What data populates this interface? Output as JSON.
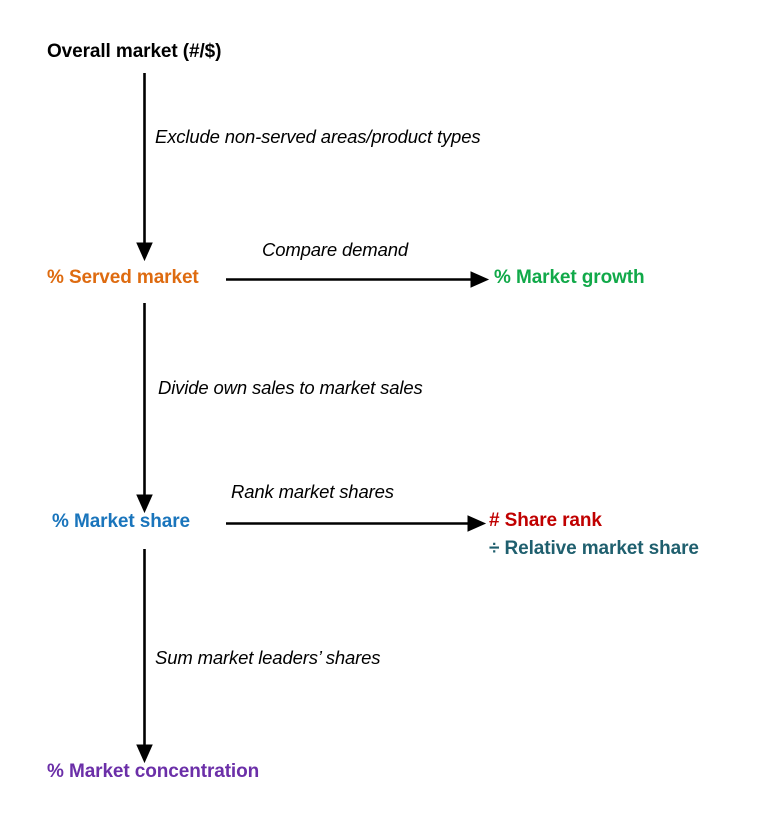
{
  "diagram": {
    "title": "Market metrics derivation flow",
    "background": "#ffffff",
    "colors": {
      "black": "#000000",
      "orange": "#DE6B10",
      "green": "#11A949",
      "blue": "#1A75BC",
      "dark_red": "#C00000",
      "teal": "#1F5F6E",
      "purple": "#6B2FA8"
    },
    "nodes": [
      {
        "id": "overall-market",
        "label": "Overall market  (#/$)",
        "color": "#000000"
      },
      {
        "id": "served-market",
        "label": "% Served market",
        "color": "#DE6B10"
      },
      {
        "id": "market-growth",
        "label": "% Market growth",
        "color": "#11A949"
      },
      {
        "id": "market-share",
        "label": "% Market share",
        "color": "#1A75BC"
      },
      {
        "id": "share-rank",
        "label": "# Share rank",
        "color": "#C00000"
      },
      {
        "id": "relative-market-share",
        "label": "÷ Relative market share",
        "color": "#1F5F6E"
      },
      {
        "id": "market-concentration",
        "label": "% Market concentration",
        "color": "#6B2FA8"
      }
    ],
    "edges": [
      {
        "id": "exclude",
        "label": "Exclude non-served areas/product types",
        "from": "overall-market",
        "to": "served-market",
        "direction": "down"
      },
      {
        "id": "compare",
        "label": "Compare demand",
        "from": "served-market",
        "to": "market-growth",
        "direction": "right"
      },
      {
        "id": "divide",
        "label": "Divide own sales to market sales",
        "from": "served-market",
        "to": "market-share",
        "direction": "down"
      },
      {
        "id": "rank",
        "label": "Rank market shares",
        "from": "market-share",
        "to": "share-rank",
        "direction": "right"
      },
      {
        "id": "sum",
        "label": "Sum market leaders’ shares",
        "from": "market-share",
        "to": "market-concentration",
        "direction": "down"
      }
    ]
  }
}
